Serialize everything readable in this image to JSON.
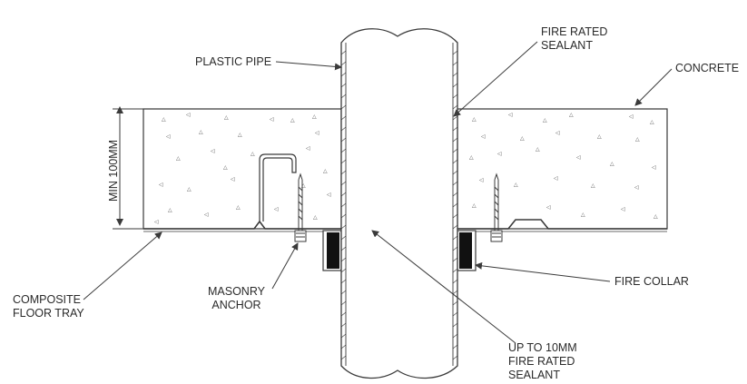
{
  "labels": {
    "plastic_pipe": "PLASTIC PIPE",
    "fire_rated_sealant_top": "FIRE RATED\nSEALANT",
    "concrete": "CONCRETE",
    "min_100mm": "MIN 100MM",
    "composite_floor_tray": "COMPOSITE\nFLOOR TRAY",
    "masonry_anchor": "MASONRY\nANCHOR",
    "fire_collar": "FIRE COLLAR",
    "up_to_10mm_sealant": "UP TO 10MM\nFIRE RATED\nSEALANT"
  },
  "colors": {
    "line": "#3a3a3a",
    "collar": "#111111"
  }
}
